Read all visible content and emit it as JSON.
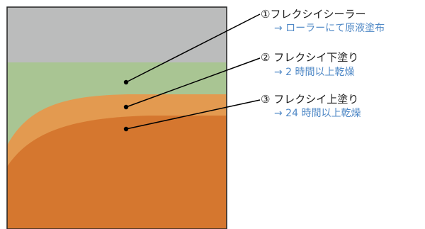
{
  "colors": {
    "background": "#ffffff",
    "frame": "#222222",
    "gray_zone": "#bbbcbc",
    "green_zone": "#a9c593",
    "light_orange_layer": "#e39a50",
    "dark_orange_layer": "#d5772f",
    "note_text": "#4f88c6",
    "leader_line": "#000000"
  },
  "layers": [
    {
      "title": "①フレクシイシーラー",
      "note": "→ ローラーにて原液塗布"
    },
    {
      "title": "② フレクシイ下塗り",
      "note": "→ 2 時間以上乾燥"
    },
    {
      "title": "③ フレクシイ上塗り",
      "note": "→ 24 時間以上乾燥"
    }
  ]
}
